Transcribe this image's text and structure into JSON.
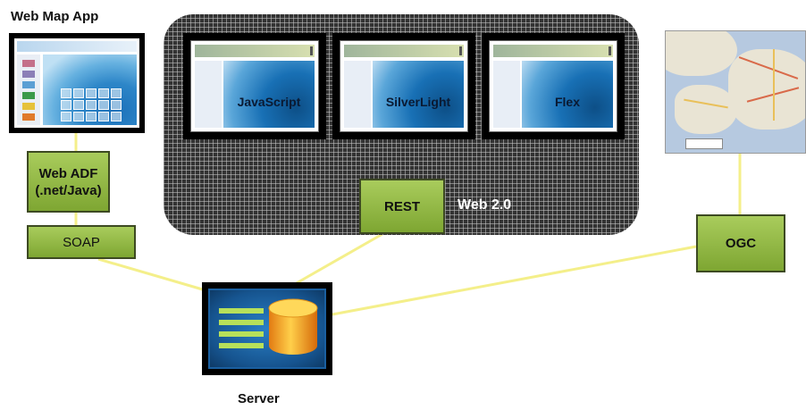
{
  "diagram": {
    "web_map_app_label": "Web Map App",
    "web20_label": "Web 2.0",
    "clients": [
      {
        "label": "JavaScript"
      },
      {
        "label": "SilverLight"
      },
      {
        "label": "Flex"
      }
    ],
    "rest_label": "REST",
    "web_adf_line1": "Web ADF",
    "web_adf_line2": "(.net/Java)",
    "soap_label": "SOAP",
    "ogc_label": "OGC",
    "server_label": "Server",
    "colors": {
      "connector": "#f4ef8a",
      "green_box": "#9bbf4c",
      "grid_panel": "#333333",
      "window_blue": "#1870b5",
      "database_orange": "#f5a623"
    }
  }
}
